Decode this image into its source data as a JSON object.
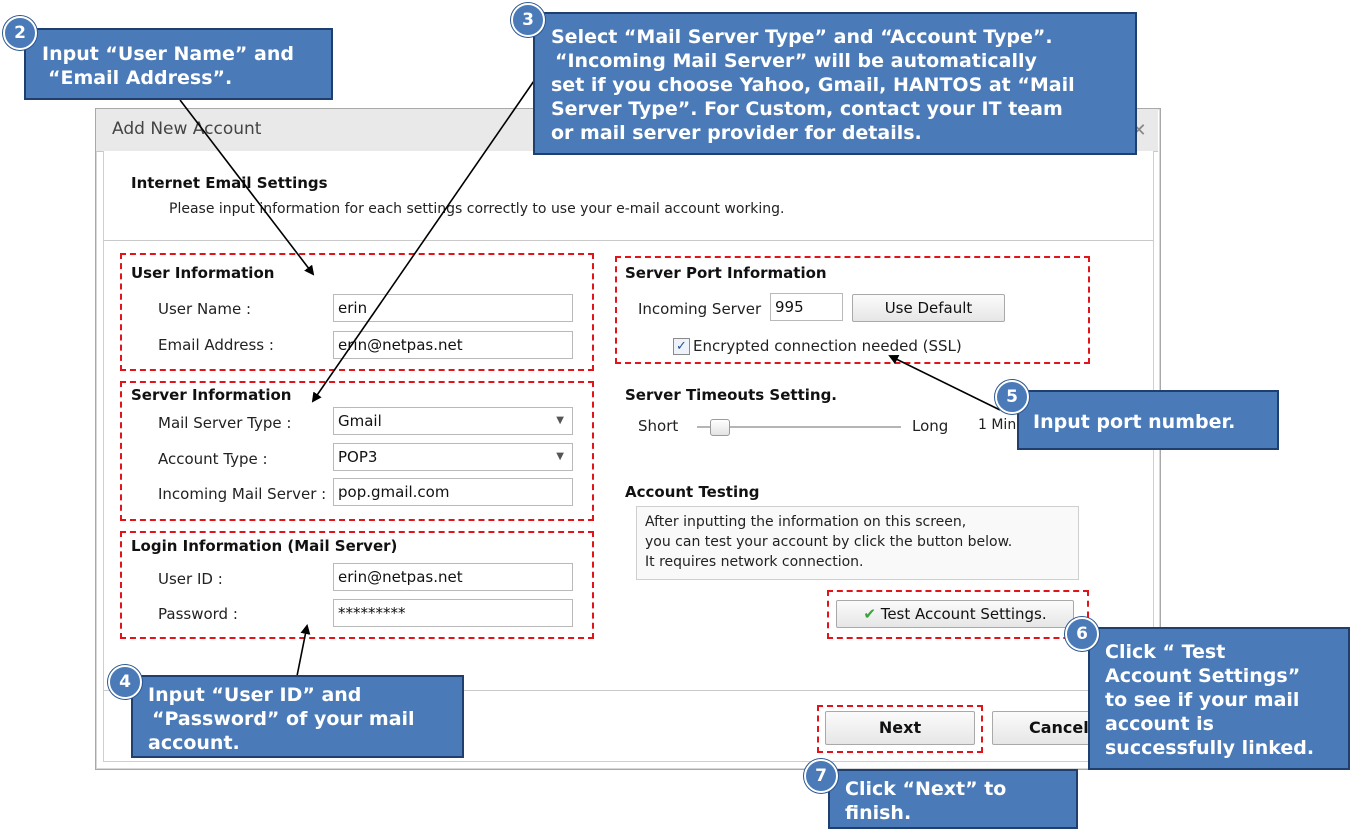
{
  "dialog": {
    "title": "Add New Account",
    "close_icon": "close-icon",
    "header": {
      "title": "Internet Email Settings",
      "subtitle": "Please input information for each settings correctly to use your e-mail account working."
    },
    "user_info": {
      "title": "User Information",
      "user_name_label": "User Name :",
      "user_name_value": "erin",
      "email_label": "Email Address :",
      "email_value": "erin@netpas.net"
    },
    "server_info": {
      "title": "Server Information",
      "mail_server_type_label": "Mail Server Type :",
      "mail_server_type_value": "Gmail",
      "account_type_label": "Account Type :",
      "account_type_value": "POP3",
      "incoming_label": "Incoming Mail Server :",
      "incoming_value": "pop.gmail.com"
    },
    "login_info": {
      "title": "Login Information (Mail Server)",
      "user_id_label": "User ID :",
      "user_id_value": "erin@netpas.net",
      "password_label": "Password :",
      "password_value": "*********"
    },
    "port_info": {
      "title": "Server Port Information",
      "incoming_label": "Incoming Server",
      "incoming_value": "995",
      "use_default_label": "Use Default",
      "ssl_label": "Encrypted connection needed (SSL)",
      "ssl_checked": true
    },
    "timeouts": {
      "title": "Server Timeouts Setting.",
      "short_label": "Short",
      "long_label": "Long",
      "value_label": "1 Min"
    },
    "testing": {
      "title": "Account Testing",
      "line1": "After inputting the information on this screen,",
      "line2": "you can test your account by click the button below.",
      "line3": "It requires network connection.",
      "test_button_label": "Test Account Settings."
    },
    "footer": {
      "next_label": "Next",
      "cancel_label": "Cancel"
    }
  },
  "callouts": {
    "c2": {
      "number": "2",
      "line1": "Input “User Name” and",
      "line2": "“Email Address”."
    },
    "c3": {
      "number": "3",
      "line1": "Select “Mail Server Type” and “Account Type”.",
      "line2": "“Incoming Mail Server” will be automatically",
      "line3": "set if you choose Yahoo, Gmail, HANTOS at “Mail",
      "line4": "Server Type”. For Custom, contact your IT team",
      "line5": "or mail server provider for details."
    },
    "c4": {
      "number": "4",
      "line1": "Input “User ID” and",
      "line2": "“Password” of your mail",
      "line3": "account."
    },
    "c5": {
      "number": "5",
      "line1": "Input port number."
    },
    "c6": {
      "number": "6",
      "line1": "Click “ Test",
      "line2": "Account Settings”",
      "line3": "to see if your mail",
      "line4": "account is",
      "line5": "successfully linked."
    },
    "c7": {
      "number": "7",
      "line1": "Click “Next” to",
      "line2": "finish."
    }
  },
  "colors": {
    "callout_fill": "#4a7ab7",
    "callout_border": "#1f3f6e",
    "highlight": "#e2141a"
  }
}
